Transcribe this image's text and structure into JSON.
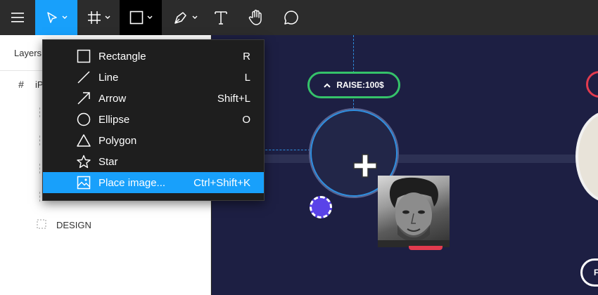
{
  "toolbar": {
    "tools": [
      {
        "name": "main-menu",
        "icon": "hamburger-icon"
      },
      {
        "name": "move",
        "icon": "cursor-arrow-icon",
        "active": true
      },
      {
        "name": "frame",
        "icon": "frame-hash-icon"
      },
      {
        "name": "shape",
        "icon": "rectangle-icon",
        "open": true
      },
      {
        "name": "pen",
        "icon": "pen-icon"
      },
      {
        "name": "text",
        "icon": "text-t-icon"
      },
      {
        "name": "hand",
        "icon": "hand-icon"
      },
      {
        "name": "comment",
        "icon": "speech-bubble-icon"
      }
    ],
    "accent_color": "#18a0fb"
  },
  "layers_panel": {
    "tab_label": "Layers",
    "rows": [
      {
        "label": "iP",
        "icon": "frame-hash-icon"
      },
      {
        "label": "",
        "icon": "group-icon"
      },
      {
        "label": "",
        "icon": "dashed-frame-icon"
      },
      {
        "label": "",
        "icon": "dashed-frame-icon"
      },
      {
        "label": "",
        "icon": "dashed-frame-icon"
      },
      {
        "label": "DESIGN",
        "icon": "dashed-frame-icon"
      }
    ]
  },
  "shape_menu": {
    "items": [
      {
        "label": "Rectangle",
        "shortcut": "R",
        "icon": "rectangle-icon"
      },
      {
        "label": "Line",
        "shortcut": "L",
        "icon": "line-icon"
      },
      {
        "label": "Arrow",
        "shortcut": "Shift+L",
        "icon": "arrow-icon"
      },
      {
        "label": "Ellipse",
        "shortcut": "O",
        "icon": "ellipse-icon"
      },
      {
        "label": "Polygon",
        "shortcut": "",
        "icon": "triangle-icon"
      },
      {
        "label": "Star",
        "shortcut": "",
        "icon": "star-icon"
      },
      {
        "label": "Place image...",
        "shortcut": "Ctrl+Shift+K",
        "icon": "image-icon",
        "highlighted": true
      }
    ]
  },
  "canvas": {
    "raise_label": "RAISE:100$",
    "right_bottom_label": "F",
    "background_color": "#1d1f43",
    "raise_color": "#35c26a",
    "chip_color": "#5a43e8"
  }
}
